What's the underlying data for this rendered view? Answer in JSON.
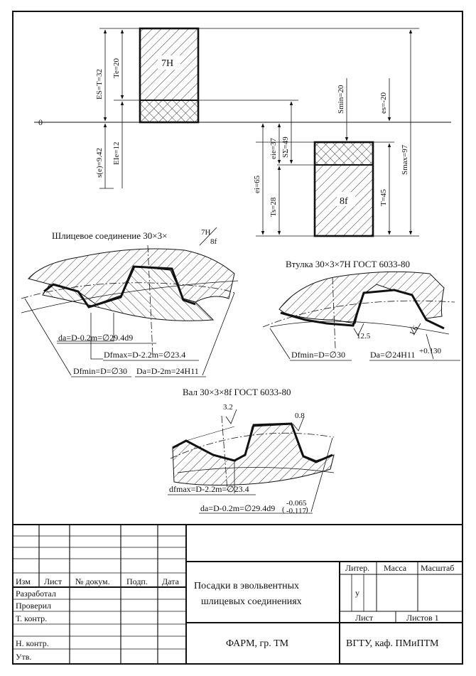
{
  "tolerance": {
    "hole_grade": "7H",
    "shaft_grade": "8f",
    "zero": "0",
    "ES": "ES=T=32",
    "Te": "Te=20",
    "s_e": "s(e)=9.42",
    "EIe": "EIe=12",
    "ei": "ei=65",
    "eie": "eie=37",
    "Ssum": "SΣ=49",
    "Ts": "Ts=28",
    "Smin": "Smin=20",
    "T": "T=45",
    "es": "es=-20",
    "Smax": "Smax=97"
  },
  "joint": {
    "caption": "Шлицевое соединение 30×3×",
    "fit_num": "7H",
    "fit_den": "8f",
    "da": "da=D-0.2m=∅29.4d9",
    "dfmax": "Dfmax=D-2.2m=∅23.4",
    "dfmin": "Dfmin=D=∅30",
    "Da": "Da=D-2m=24H11"
  },
  "bushing": {
    "caption": "Втулка 30×3×7H ГОСТ 6033-80",
    "dfmin": "Dfmin=D=∅30",
    "Da": "Da=∅24H11",
    "Da_tol": "+0.130",
    "rough1": "12.5",
    "rough2": "1.6"
  },
  "shaft": {
    "caption": "Вал 30×3×8f  ГОСТ 6033-80",
    "rough1": "3.2",
    "rough2": "0.8",
    "dfmax": "dfmax=D-2.2m=∅23.4",
    "da": "da=D-0.2m=∅29.4d9",
    "tol_up": "-0.065",
    "tol_lo": "-0.117"
  },
  "title_block": {
    "headers": [
      "Изм",
      "Лист",
      "№ докум.",
      "Подп.",
      "Дата"
    ],
    "rows": [
      "Разработал",
      "Проверил",
      "Т. контр.",
      "",
      "Н. контр.",
      "Утв."
    ],
    "title_line1": "Посадки в эвольвентных",
    "title_line2": "шлицевых соединениях",
    "liter": "Литер.",
    "mass": "Масса",
    "scale": "Масштаб",
    "letter": "у",
    "sheet": "Лист",
    "sheets": "Листов 1",
    "org_left": "ФАРМ, гр. ТМ",
    "org_right": "ВГТУ, каф. ПМиПТМ"
  }
}
